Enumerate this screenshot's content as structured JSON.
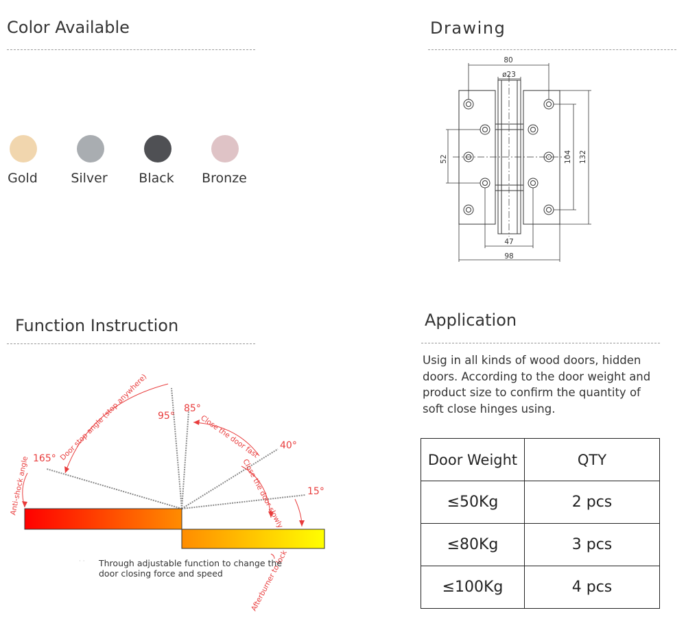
{
  "colors_section": {
    "title": "Color Available",
    "swatches": [
      {
        "name": "Gold",
        "color": "#f1d6ae"
      },
      {
        "name": "Silver",
        "color": "#a9adb1"
      },
      {
        "name": "Black",
        "color": "#4f5054"
      },
      {
        "name": "Bronze",
        "color": "#dfc3c6"
      }
    ]
  },
  "drawing_section": {
    "title": "Drawing",
    "dimensions": {
      "top_width": "80",
      "diameter": "ø23",
      "left_height": "52",
      "inner_height": "104",
      "outer_height": "132",
      "bottom_inner": "47",
      "bottom_outer": "98"
    }
  },
  "function_section": {
    "title": "Function Instruction",
    "angles": {
      "a165": "165°",
      "a95": "95°",
      "a85": "85°",
      "a40": "40°",
      "a15": "15°"
    },
    "labels": {
      "anti_shock": "Anti-shock angle",
      "stop_anywhere": "Door stop angle (stop anywhere)",
      "close_fast": "Close the door fast",
      "close_slowly": "Close the door slowly",
      "afterburner": "Afterburner to lock"
    },
    "note_line1": "Through adjustable function to change the",
    "note_line2": "door closing force and speed",
    "colors": {
      "hot": "#ff0000",
      "mid": "#ff8c00",
      "cool": "#ffff00",
      "annotation": "#e83c3c"
    }
  },
  "application_section": {
    "title": "Application",
    "description_lines": [
      "Usig in all kinds of wood doors, hidden",
      "doors. According to the door weight and",
      "product size to confirm the quantity of",
      "soft close hinges using."
    ],
    "table": {
      "headers": [
        "Door Weight",
        "QTY"
      ],
      "rows": [
        [
          "≤50Kg",
          "2 pcs"
        ],
        [
          "≤80Kg",
          "3 pcs"
        ],
        [
          "≤100Kg",
          "4 pcs"
        ]
      ]
    }
  }
}
